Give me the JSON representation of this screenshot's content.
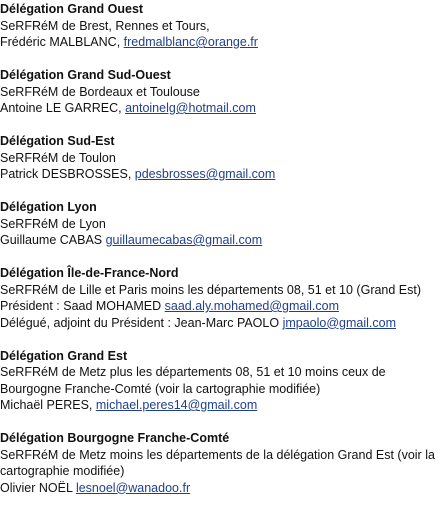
{
  "sections": [
    {
      "title": "Délégation Grand Ouest",
      "lines": [
        {
          "text": "SeRFRéM de Brest, Rennes et Tours,"
        },
        {
          "text": "Frédéric MALBLANC, ",
          "email": "fredmalblanc@orange.fr"
        }
      ]
    },
    {
      "title": "Délégation Grand Sud-Ouest",
      "lines": [
        {
          "text": "SeRFRéM de Bordeaux et Toulouse"
        },
        {
          "text": "Antoine LE GARREC, ",
          "email": "antoinelg@hotmail.com"
        }
      ]
    },
    {
      "title": "Délégation Sud-Est",
      "lines": [
        {
          "text": "SeRFRéM de Toulon"
        },
        {
          "text": "Patrick DESBROSSES, ",
          "email": "pdesbrosses@gmail.com"
        }
      ]
    },
    {
      "title": "Délégation Lyon",
      "lines": [
        {
          "text": "SeRFRéM de Lyon"
        },
        {
          "text": "Guillaume CABAS ",
          "email": "guillaumecabas@gmail.com"
        }
      ]
    },
    {
      "title": "Délégation Île-de-France-Nord",
      "lines": [
        {
          "text": "SeRFRéM de Lille et Paris moins les départements 08, 51 et 10 (Grand Est)"
        },
        {
          "text": "Président : Saad MOHAMED ",
          "email": "saad.aly.mohamed@gmail.com"
        },
        {
          "text": "Délégué, adjoint du Président : Jean-Marc PAOLO ",
          "email": "jmpaolo@gmail.com"
        }
      ]
    },
    {
      "title": "Délégation Grand Est",
      "lines": [
        {
          "text": "SeRFRéM de Metz plus les départements 08, 51 et 10 moins ceux de Bourgogne Franche-Comté (voir la cartographie modifiée)"
        },
        {
          "text": "Michaël PERES, ",
          "email": "michael.peres14@gmail.com"
        }
      ]
    },
    {
      "title": "Délégation Bourgogne Franche-Comté",
      "lines": [
        {
          "text": "SeRFRéM de Metz moins les départements de la délégation Grand Est (voir la cartographie modifiée)"
        },
        {
          "text": "Olivier NOËL ",
          "email": "lesnoel@wanadoo.fr"
        }
      ]
    }
  ]
}
